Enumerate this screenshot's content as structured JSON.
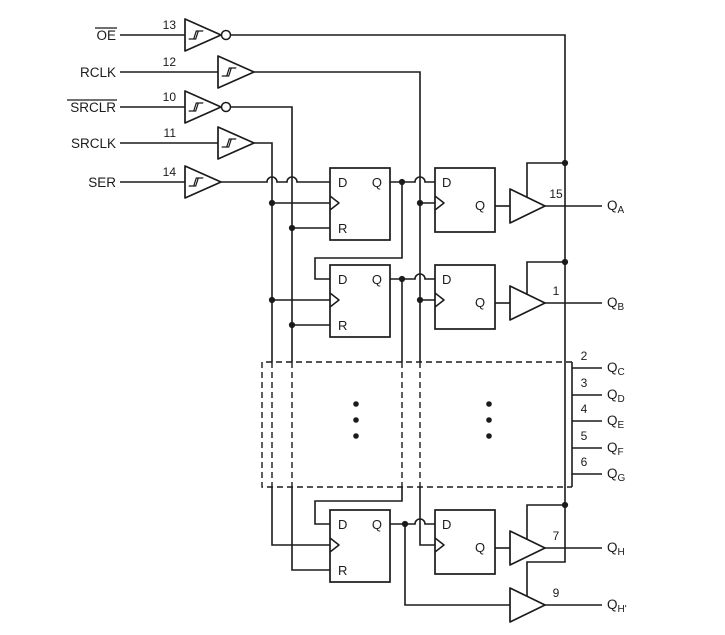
{
  "inputs": [
    {
      "name": "OE",
      "pin": "13",
      "overline": true
    },
    {
      "name": "RCLK",
      "pin": "12",
      "overline": false
    },
    {
      "name": "SRCLR",
      "pin": "10",
      "overline": true
    },
    {
      "name": "SRCLK",
      "pin": "11",
      "overline": false
    },
    {
      "name": "SER",
      "pin": "14",
      "overline": false
    }
  ],
  "stages": {
    "d": "D",
    "q": "Q",
    "r": "R"
  },
  "outputs": [
    {
      "pin": "15",
      "main": "Q",
      "sub": "A"
    },
    {
      "pin": "1",
      "main": "Q",
      "sub": "B"
    },
    {
      "pin": "2",
      "main": "Q",
      "sub": "C"
    },
    {
      "pin": "3",
      "main": "Q",
      "sub": "D"
    },
    {
      "pin": "4",
      "main": "Q",
      "sub": "E"
    },
    {
      "pin": "5",
      "main": "Q",
      "sub": "F"
    },
    {
      "pin": "6",
      "main": "Q",
      "sub": "G"
    },
    {
      "pin": "7",
      "main": "Q",
      "sub": "H"
    },
    {
      "pin": "9",
      "main": "Q",
      "sub": "H'"
    }
  ],
  "colors": {
    "line": "#1b1b1b",
    "background": "#ffffff"
  }
}
